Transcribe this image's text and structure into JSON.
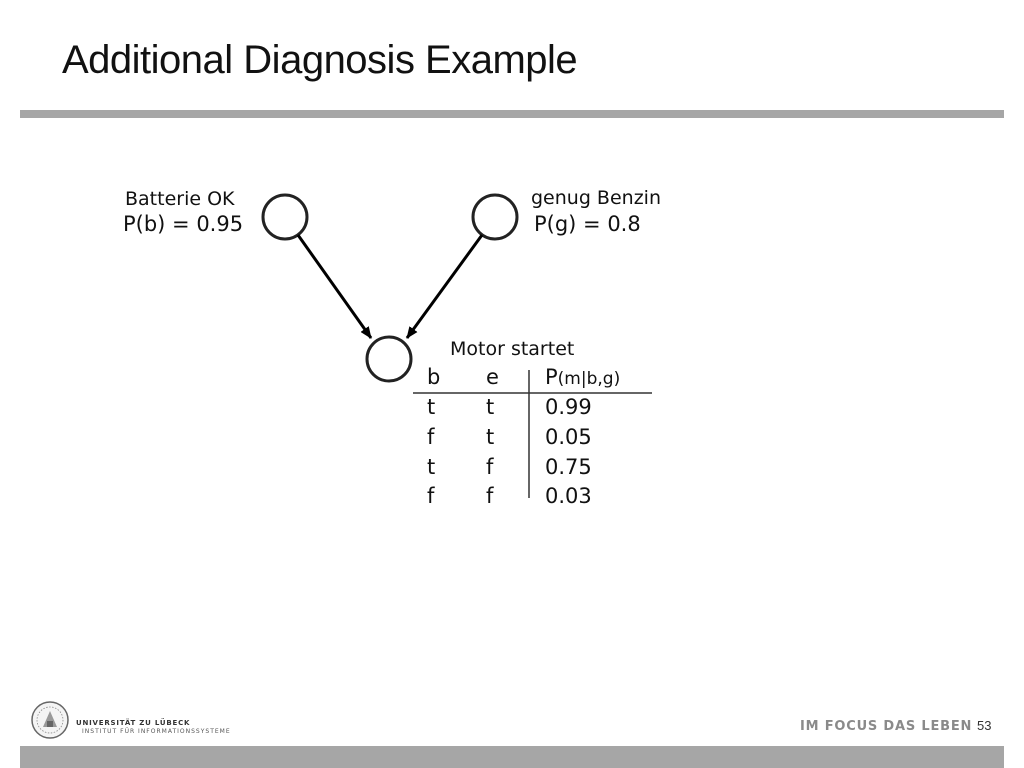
{
  "slide": {
    "title": "Additional Diagnosis Example",
    "page_number": "53"
  },
  "diagram": {
    "nodes": [
      {
        "id": "battery",
        "label": "Batterie OK",
        "prob": "P(b) = 0.95"
      },
      {
        "id": "fuel",
        "label": "genug Benzin",
        "prob": "P(g) = 0.8"
      },
      {
        "id": "motor",
        "label": "Motor startet"
      }
    ],
    "edges": [
      {
        "from": "battery",
        "to": "motor"
      },
      {
        "from": "fuel",
        "to": "motor"
      }
    ],
    "cpt": {
      "headers": [
        "b",
        "e",
        "P",
        "(m|b,g)"
      ],
      "rows": [
        [
          "t",
          "t",
          "0.99"
        ],
        [
          "f",
          "t",
          "0.05"
        ],
        [
          "t",
          "f",
          "0.75"
        ],
        [
          "f",
          "f",
          "0.03"
        ]
      ]
    }
  },
  "footer": {
    "university": "UNIVERSITÄT ZU LÜBECK",
    "institute": "INSTITUT FÜR INFORMATIONSSYSTEME",
    "motto": "IM FOCUS DAS LEBEN"
  }
}
